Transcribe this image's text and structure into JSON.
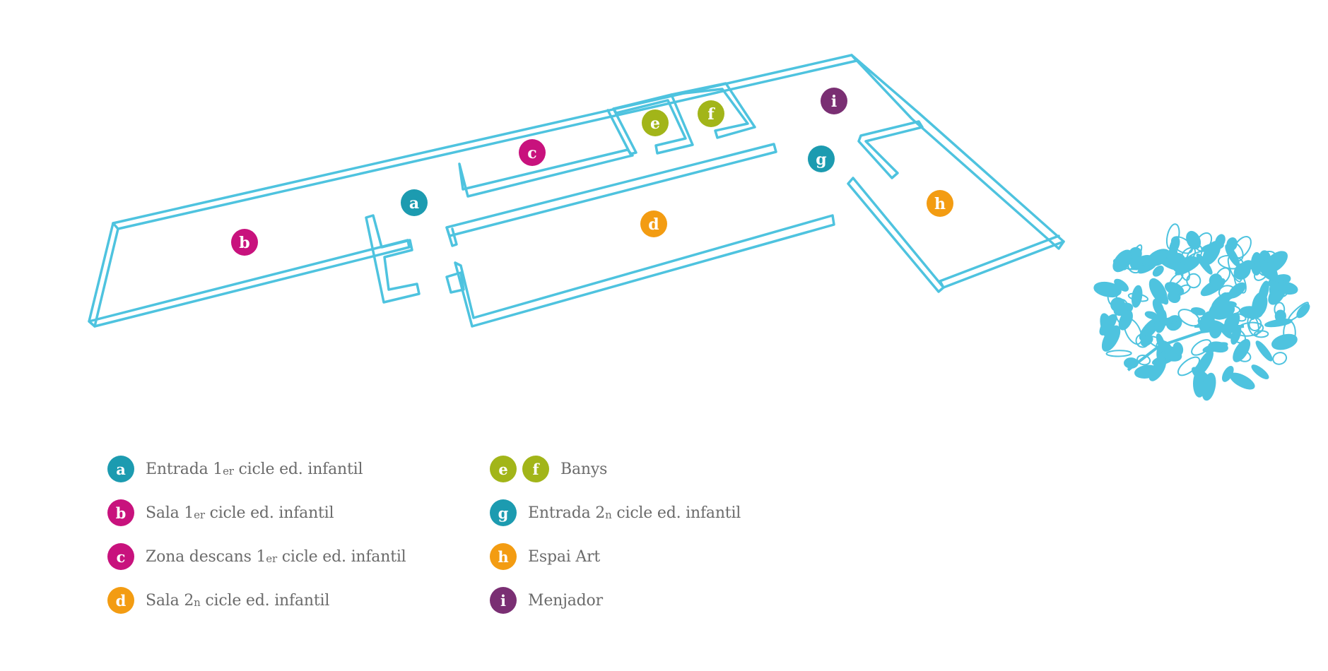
{
  "colors": {
    "walls": "#4ec3df",
    "tree": "#4ec3df",
    "label_text": "#6b6b6b",
    "a": "#1c9bb0",
    "b": "#c8127d",
    "c": "#c8127d",
    "d": "#f39c12",
    "e": "#a2b519",
    "f": "#a2b519",
    "g": "#1c9bb0",
    "h": "#f39c12",
    "i": "#7a2f73"
  },
  "markers": [
    {
      "letter": "a",
      "color": "#1c9bb0"
    },
    {
      "letter": "b",
      "color": "#c8127d"
    },
    {
      "letter": "c",
      "color": "#c8127d"
    },
    {
      "letter": "d",
      "color": "#f39c12"
    },
    {
      "letter": "e",
      "color": "#a2b519"
    },
    {
      "letter": "f",
      "color": "#a2b519"
    },
    {
      "letter": "g",
      "color": "#1c9bb0"
    },
    {
      "letter": "h",
      "color": "#f39c12"
    },
    {
      "letter": "i",
      "color": "#7a2f73"
    }
  ],
  "legend": {
    "left": [
      {
        "letters": [
          "a"
        ],
        "text": "Entrada 1",
        "sub": "er",
        "rest": " cicle ed. infantil"
      },
      {
        "letters": [
          "b"
        ],
        "text": "Sala 1",
        "sub": "er",
        "rest": " cicle ed. infantil"
      },
      {
        "letters": [
          "c"
        ],
        "text": "Zona descans 1",
        "sub": "er",
        "rest": " cicle ed. infantil"
      },
      {
        "letters": [
          "d"
        ],
        "text": "Sala 2",
        "sub": "n",
        "rest": " cicle ed. infantil"
      }
    ],
    "right": [
      {
        "letters": [
          "e",
          "f"
        ],
        "text": "Banys",
        "sub": "",
        "rest": ""
      },
      {
        "letters": [
          "g"
        ],
        "text": "Entrada 2",
        "sub": "n",
        "rest": " cicle ed. infantil"
      },
      {
        "letters": [
          "h"
        ],
        "text": "Espai Art",
        "sub": "",
        "rest": ""
      },
      {
        "letters": [
          "i"
        ],
        "text": "Menjador",
        "sub": "",
        "rest": ""
      }
    ]
  }
}
